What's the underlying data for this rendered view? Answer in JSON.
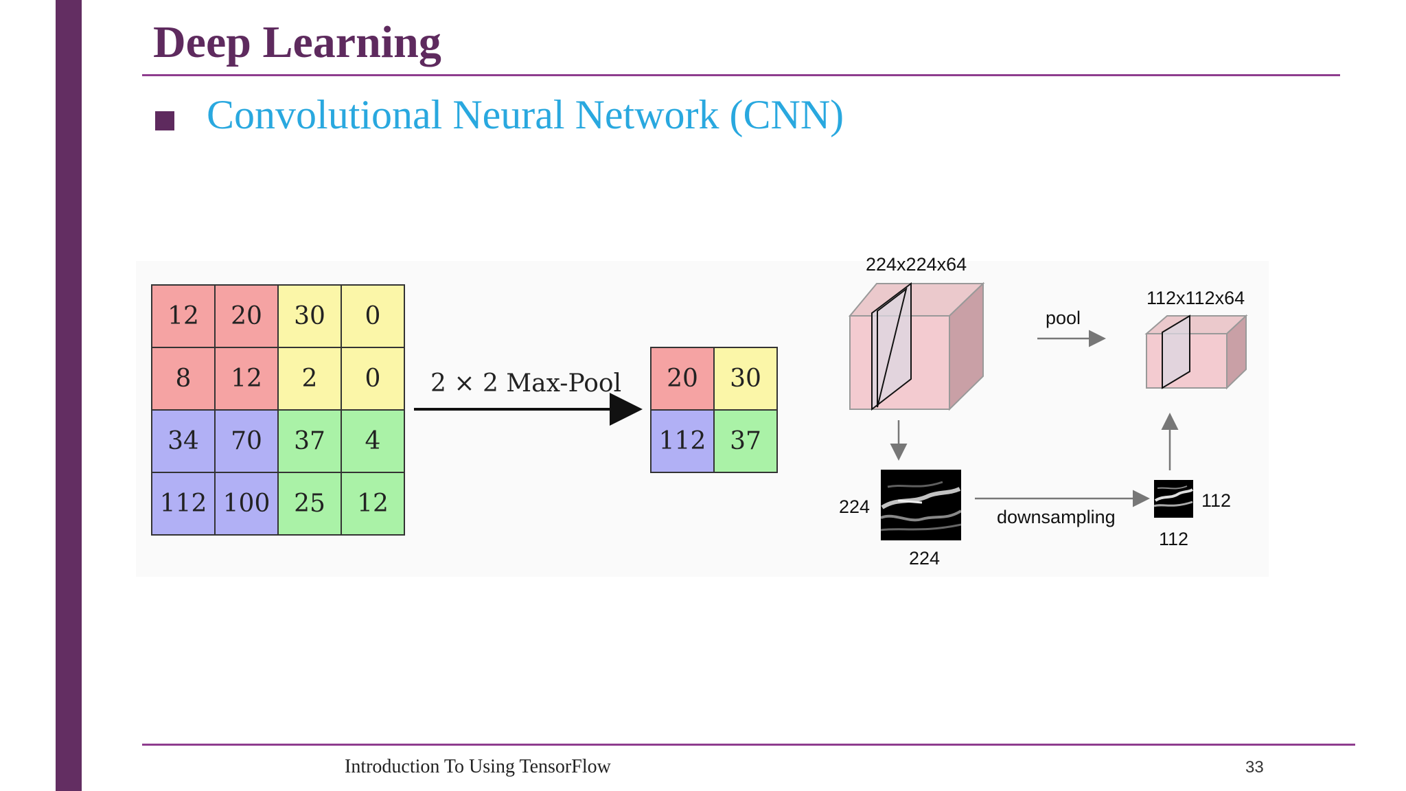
{
  "slide": {
    "title": "Deep Learning",
    "bullet": "Convolutional Neural Network (CNN)",
    "footer": "Introduction To Using TensorFlow",
    "page_number": "33"
  },
  "colors": {
    "sidebar": "#632e62",
    "title": "#5e2a5e",
    "bullet_text": "#29a8df",
    "rule": "#8e3c8e",
    "cell_red": "#f5a3a3",
    "cell_yellow": "#fbf6a8",
    "cell_blue": "#b1b0f5",
    "cell_green": "#aaf2a7"
  },
  "maxpool": {
    "label": "2 × 2 Max-Pool",
    "input": [
      {
        "value": "12",
        "color": "#f5a3a3"
      },
      {
        "value": "20",
        "color": "#f5a3a3"
      },
      {
        "value": "30",
        "color": "#fbf6a8"
      },
      {
        "value": "0",
        "color": "#fbf6a8"
      },
      {
        "value": "8",
        "color": "#f5a3a3"
      },
      {
        "value": "12",
        "color": "#f5a3a3"
      },
      {
        "value": "2",
        "color": "#fbf6a8"
      },
      {
        "value": "0",
        "color": "#fbf6a8"
      },
      {
        "value": "34",
        "color": "#b1b0f5"
      },
      {
        "value": "70",
        "color": "#b1b0f5"
      },
      {
        "value": "37",
        "color": "#aaf2a7"
      },
      {
        "value": "4",
        "color": "#aaf2a7"
      },
      {
        "value": "112",
        "color": "#b1b0f5"
      },
      {
        "value": "100",
        "color": "#b1b0f5"
      },
      {
        "value": "25",
        "color": "#aaf2a7"
      },
      {
        "value": "12",
        "color": "#aaf2a7"
      }
    ],
    "output": [
      {
        "value": "20",
        "color": "#f5a3a3"
      },
      {
        "value": "30",
        "color": "#fbf6a8"
      },
      {
        "value": "112",
        "color": "#b1b0f5"
      },
      {
        "value": "37",
        "color": "#aaf2a7"
      }
    ]
  },
  "pooling_diagram": {
    "volume_in_label": "224x224x64",
    "volume_out_label": "112x112x64",
    "pool_label": "pool",
    "downsampling_label": "downsampling",
    "map_in_height": "224",
    "map_in_width": "224",
    "map_out_height": "112",
    "map_out_width": "112"
  }
}
